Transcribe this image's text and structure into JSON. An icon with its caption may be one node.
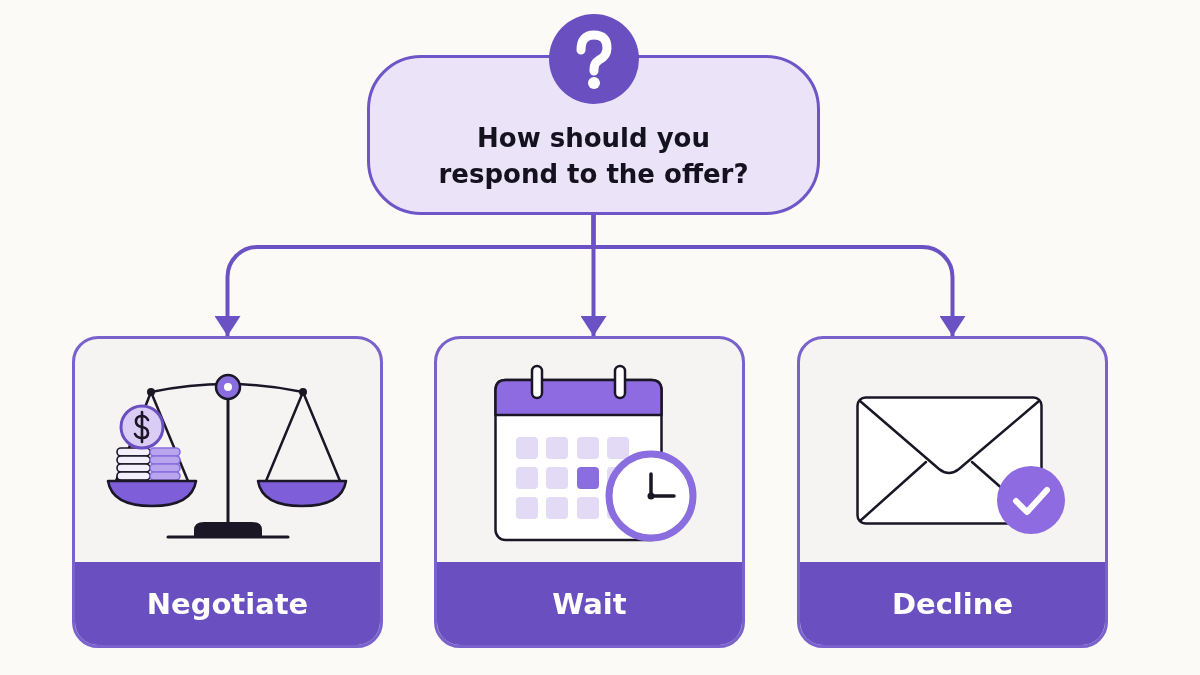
{
  "diagram": {
    "nodes": [
      {
        "text": [
          "How should you respond to the offer?"
        ]
      },
      {
        "text": [
          "Negotiate"
        ]
      },
      {
        "text": [
          "Wait"
        ]
      },
      {
        "text": [
          "Decline"
        ]
      }
    ],
    "edges": [
      {
        "from": 0,
        "to": 1,
        "arrow": "to"
      },
      {
        "from": 0,
        "to": 2,
        "arrow": "to"
      },
      {
        "from": 0,
        "to": 3,
        "arrow": "to"
      }
    ]
  }
}
